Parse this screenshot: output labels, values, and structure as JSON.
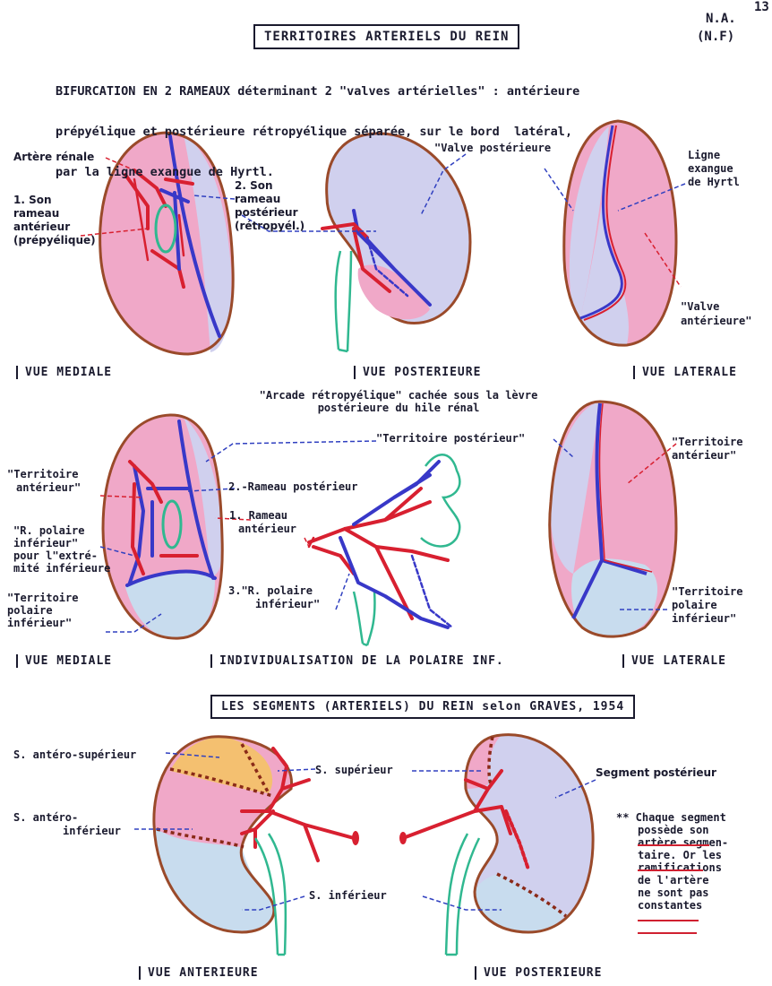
{
  "header": {
    "page_number": "13",
    "code1": "N.A.",
    "code2": "(N.F)",
    "title": "TERRITOIRES ARTERIELS DU REIN",
    "intro": [
      "BIFURCATION EN 2 RAMEAUX déterminant 2 \"valves artérielles\" : antérieure",
      "prépyélique et postérieure rétropyélique séparée, sur le bord  latéral,",
      "par la ligne exangue de Hyrtl."
    ]
  },
  "row1": {
    "labels": {
      "artere_renale": "Artère rénale",
      "son1_a": "1.  Son",
      "son1_b": "rameau",
      "son1_c": "antérieur",
      "son1_d": "(prépyélique)",
      "son2_a": "2.  Son",
      "son2_b": "rameau",
      "son2_c": "postérieur",
      "son2_d": "(rétropyél.)",
      "valve_post": "\"Valve postérieure",
      "ligne_a": "Ligne",
      "ligne_b": "exangue",
      "ligne_c": "de Hyrtl",
      "valve_ant_a": "\"Valve",
      "valve_ant_b": "antérieure\""
    },
    "views": [
      "VUE MEDIALE",
      "VUE POSTERIEURE",
      "VUE LATERALE"
    ],
    "arcade_a": "\"Arcade rétropyélique\" cachée sous la lèvre",
    "arcade_b": "postérieure du hile rénal"
  },
  "row2": {
    "labels": {
      "terr_post": "\"Territoire postérieur\"",
      "terr_ant_a": "\"Territoire",
      "terr_ant_b": "antérieur\"",
      "rameau_post": "2.-Rameau postérieur",
      "rameau_ant_a": "1. Rameau",
      "rameau_ant_b": "antérieur",
      "rpol_a": "\"R. polaire",
      "rpol_b": "inférieur\"",
      "rpol_c": "pour l\"extré-",
      "rpol_d": "mité inférieure",
      "rpol3_a": "3.\"R. polaire",
      "rpol3_b": "inférieur\"",
      "terr_pol_a": "\"Territoire",
      "terr_pol_b": "polaire",
      "terr_pol_c": "inférieur\"",
      "terr_ant2_a": "\"Territoire",
      "terr_ant2_b": "antérieur\"",
      "terr_pol2_a": "\"Territoire",
      "terr_pol2_b": "polaire",
      "terr_pol2_c": "inférieur\""
    },
    "views": [
      "VUE MEDIALE",
      "INDIVIDUALISATION DE LA POLAIRE INF.",
      "VUE LATERALE"
    ]
  },
  "row3": {
    "title": "LES SEGMENTS (ARTERIELS) DU REIN selon GRAVES, 1954",
    "labels": {
      "ant_sup": "S. antéro-supérieur",
      "ant_inf_a": "S. antéro-",
      "ant_inf_b": "inférieur",
      "sup": "S. supérieur",
      "inf": "S. inférieur",
      "post": "Segment postérieur"
    },
    "note": [
      "** Chaque segment",
      "possède son",
      "artère segmen-",
      "taire. Or les",
      "ramifications",
      "de l'artère",
      "ne sont pas",
      "constantes"
    ],
    "views": [
      "VUE ANTERIEURE",
      "VUE POSTERIEURE"
    ]
  },
  "colors": {
    "outline": "#9a4a2a",
    "pink": "#f0a8c8",
    "lavender": "#d0d0ee",
    "lightblue": "#c8dcee",
    "orange": "#f4c070",
    "artery_red": "#d82030",
    "vein_blue": "#3838c8",
    "ureter_green": "#30b890",
    "leader_blue": "#3040c0"
  }
}
